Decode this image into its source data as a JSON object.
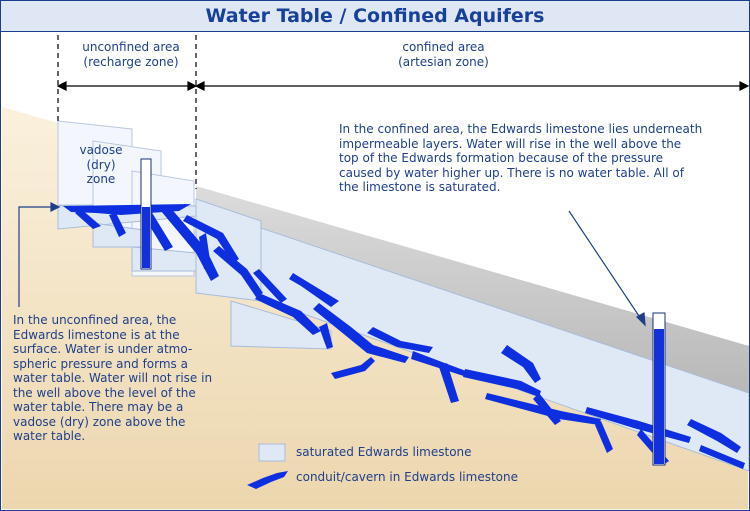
{
  "title": "Water Table / Confined Aquifers",
  "zones": {
    "unconfined": {
      "line1": "unconfined area",
      "line2": "(recharge zone)"
    },
    "confined": {
      "line1": "confined area",
      "line2": "(artesian zone)"
    },
    "vadose": {
      "line1": "vadose",
      "line2": "(dry)",
      "line3": "zone"
    }
  },
  "notes": {
    "confined": [
      "In the confined area, the Edwards limestone lies underneath",
      "impermeable layers.  Water will rise in the well above the",
      "top of the Edwards formation because of the pressure",
      "caused by water higher up.  There is no water table.  All of",
      "the limestone is saturated."
    ],
    "unconfined": [
      "In the unconfined area, the",
      "Edwards limestone is at the",
      "surface.  Water is under atmo-",
      "spheric pressure and forms a",
      "water table.  Water will not rise in",
      "the well above the level of the",
      "water table.  There may be a",
      "vadose (dry) zone above the",
      "water table."
    ]
  },
  "legend": {
    "saturated": "saturated Edwards limestone",
    "conduit": "conduit/cavern in Edwards limestone"
  },
  "colors": {
    "title_text": "#16409a",
    "title_bg": "#dfe6f4",
    "label_text": "#1f3f8a",
    "ground": "#f2e0c0",
    "confining_layer": "#c8c8c8",
    "limestone": "#dfe8f5",
    "conduit": "#0d2fe0"
  }
}
